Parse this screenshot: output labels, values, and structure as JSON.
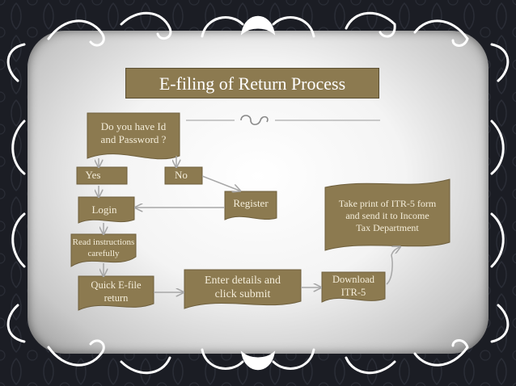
{
  "title": "E-filing of Return Process",
  "nodes": {
    "do_you_have_id": "Do you have Id\nand Password ?",
    "yes": "Yes",
    "no": "No",
    "login": "Login",
    "register": "Register",
    "read_instructions": "Read instructions\ncarefully",
    "quick_efile": "Quick E-file\nreturn",
    "enter_details": "Enter details and\nclick submit",
    "download": "Download\nITR-5",
    "take_print": "Take print of ITR-5 form\nand send it to Income\nTax Department"
  },
  "colors": {
    "node_fill": "#8c7a50",
    "node_text": "#f3ecd8",
    "arrow": "#a7a7a7",
    "background": "#1b1d24"
  },
  "icons": [
    "scroll-ornament-icon",
    "flourish-ornament-icon"
  ]
}
